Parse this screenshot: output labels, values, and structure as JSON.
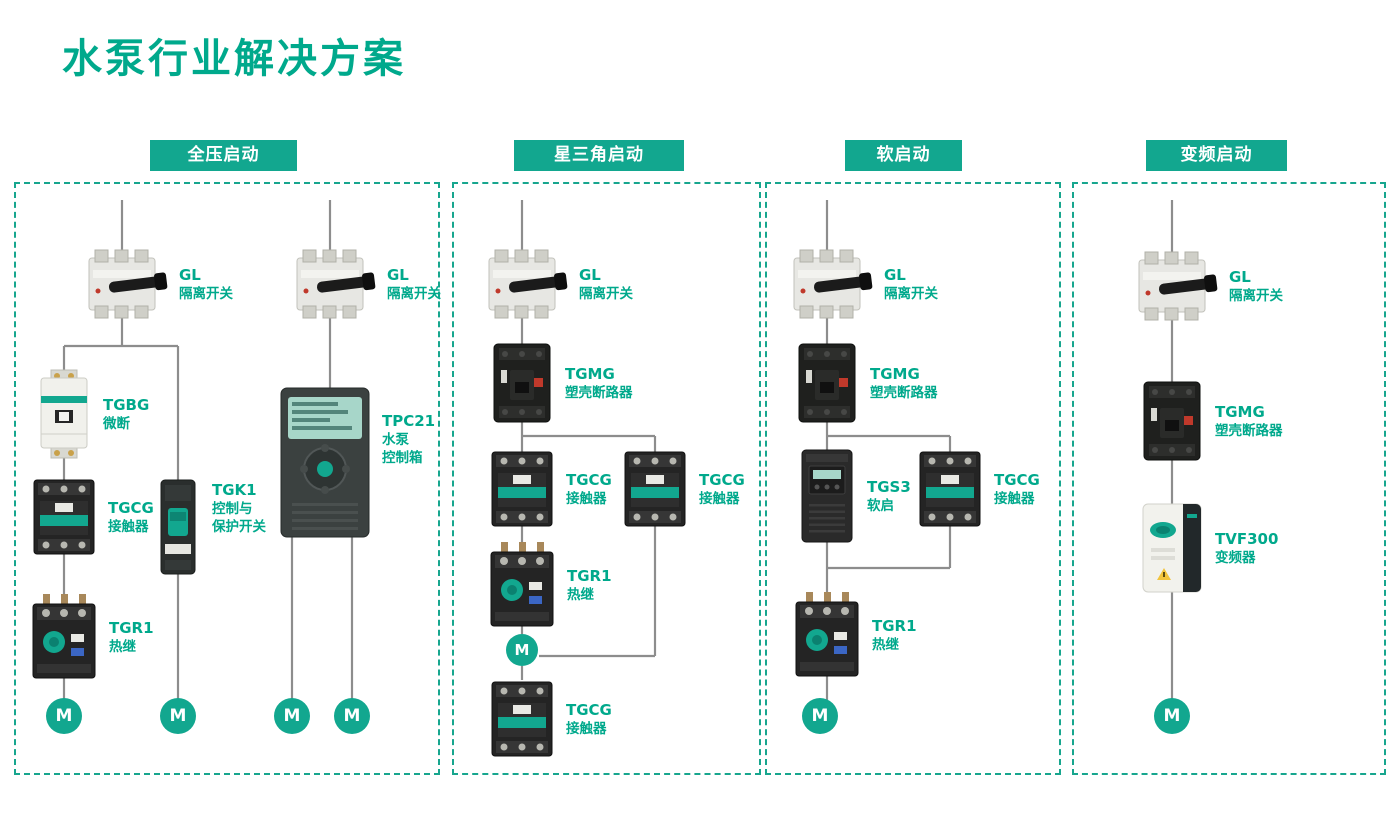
{
  "title": "水泵行业解决方案",
  "motor_label": "M",
  "colors": {
    "accent": "#00a98c",
    "badge": "#12a78f",
    "wire": "#8d8d8d",
    "panel_border": "#17a68e"
  },
  "columns": [
    {
      "header": "全压启动",
      "components": [
        {
          "model": "GL",
          "name": "隔离开关"
        },
        {
          "model": "GL",
          "name": "隔离开关"
        },
        {
          "model": "TGBG",
          "name": "微断"
        },
        {
          "model": "TPC21",
          "name": "水泵\n控制箱"
        },
        {
          "model": "TGCG",
          "name": "接触器"
        },
        {
          "model": "TGK1",
          "name": "控制与\n保护开关"
        },
        {
          "model": "TGR1",
          "name": "热继"
        }
      ]
    },
    {
      "header": "星三角启动",
      "components": [
        {
          "model": "GL",
          "name": "隔离开关"
        },
        {
          "model": "TGMG",
          "name": "塑壳断路器"
        },
        {
          "model": "TGCG",
          "name": "接触器"
        },
        {
          "model": "TGCG",
          "name": "接触器"
        },
        {
          "model": "TGR1",
          "name": "热继"
        },
        {
          "model": "TGCG",
          "name": "接触器"
        }
      ]
    },
    {
      "header": "软启动",
      "components": [
        {
          "model": "GL",
          "name": "隔离开关"
        },
        {
          "model": "TGMG",
          "name": "塑壳断路器"
        },
        {
          "model": "TGS3",
          "name": "软启"
        },
        {
          "model": "TGCG",
          "name": "接触器"
        },
        {
          "model": "TGR1",
          "name": "热继"
        }
      ]
    },
    {
      "header": "变频启动",
      "components": [
        {
          "model": "GL",
          "name": "隔离开关"
        },
        {
          "model": "TGMG",
          "name": "塑壳断路器"
        },
        {
          "model": "TVF300",
          "name": "变频器"
        }
      ]
    }
  ]
}
